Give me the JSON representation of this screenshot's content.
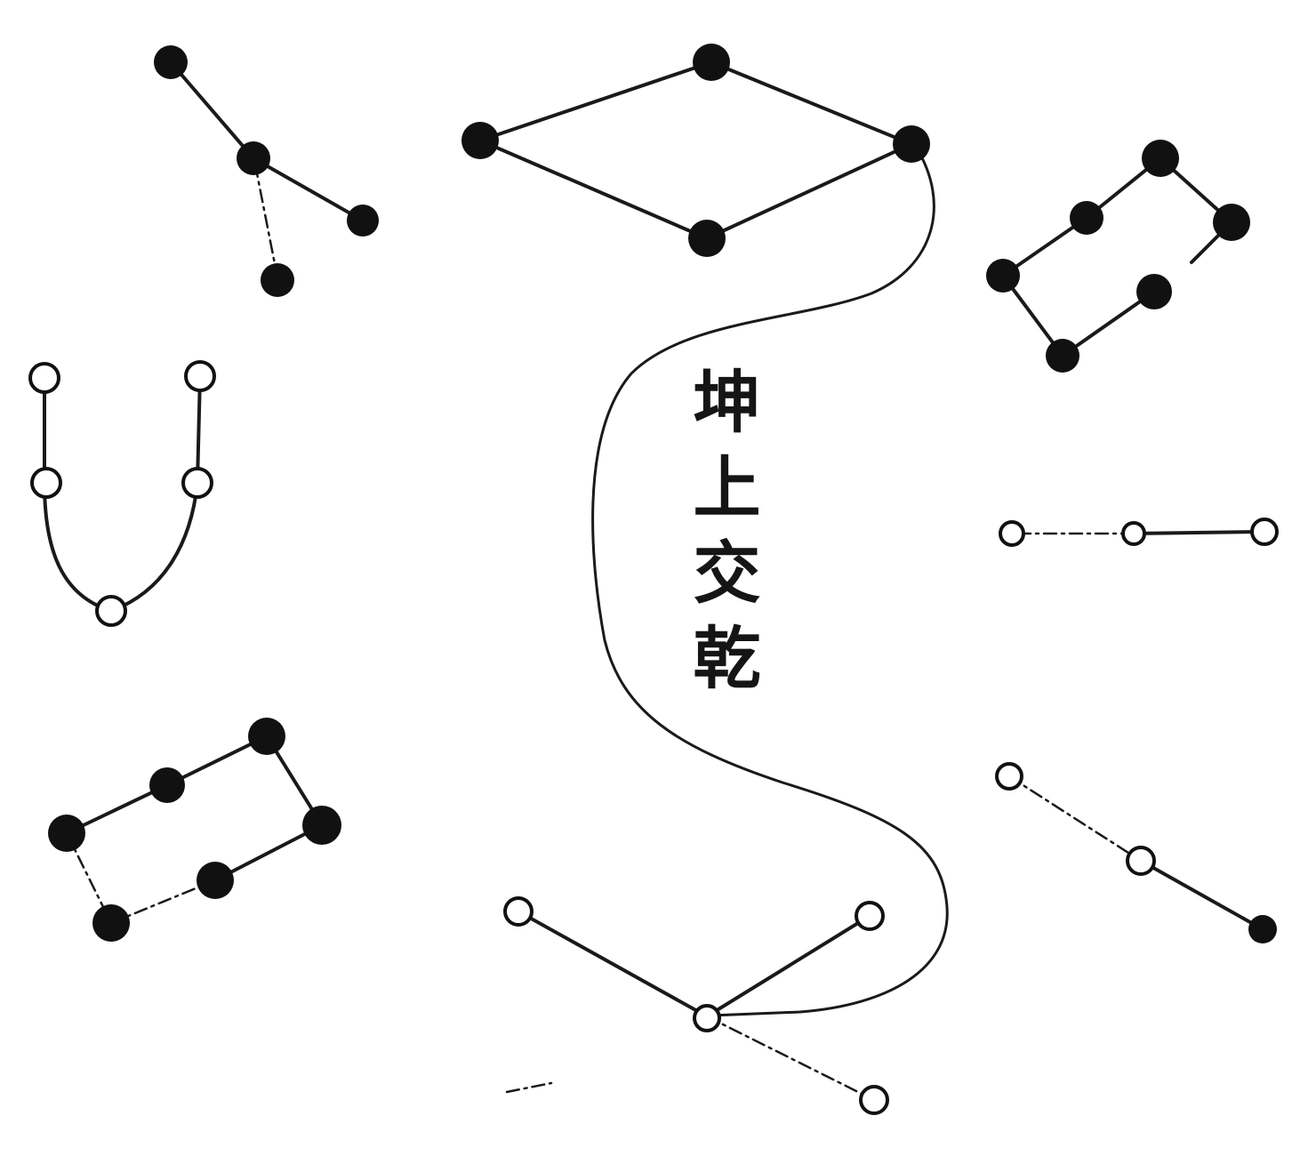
{
  "diagram": {
    "label_chars": [
      "坤",
      "上",
      "交",
      "乾"
    ],
    "colors": {
      "ink": "#111111",
      "paper": "#ffffff"
    },
    "groups": [
      {
        "name": "top-left-cluster",
        "node_style": "filled"
      },
      {
        "name": "top-center-diamond",
        "node_style": "filled"
      },
      {
        "name": "top-right-rectangle",
        "node_style": "filled"
      },
      {
        "name": "left-u-shape",
        "node_style": "hollow"
      },
      {
        "name": "bottom-left-rectangle",
        "node_style": "filled"
      },
      {
        "name": "right-horizontal-chain",
        "node_style": "hollow"
      },
      {
        "name": "right-diagonal-chain",
        "node_style": "hollow"
      },
      {
        "name": "bottom-center-cross",
        "node_style": "hollow"
      },
      {
        "name": "connecting-curve",
        "node_style": "line"
      }
    ]
  }
}
